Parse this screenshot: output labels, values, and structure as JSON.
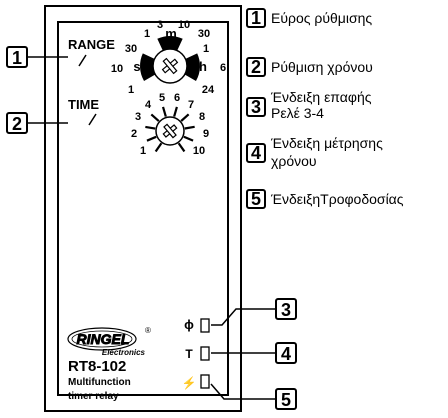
{
  "device": {
    "brand": "RINGEL",
    "brand_sub": "Electronics",
    "model": "RT8-102",
    "desc_line1": "Multifunction",
    "desc_line2": "timer relay"
  },
  "range_knob": {
    "label": "RANGE",
    "scale": [
      "1",
      "3",
      "10",
      "30",
      "1",
      "6",
      "24",
      "1",
      "10",
      "30"
    ],
    "unit_s": "s",
    "unit_m": "m",
    "unit_h": "h"
  },
  "time_knob": {
    "label": "TIME",
    "scale": [
      "1",
      "2",
      "3",
      "4",
      "5",
      "6",
      "7",
      "8",
      "9",
      "10"
    ]
  },
  "indicators": {
    "relay_symbol": "ϕ",
    "timing_symbol": "T",
    "power_symbol": "⚡"
  },
  "callouts": [
    "1",
    "2",
    "3",
    "4",
    "5"
  ],
  "legend": [
    {
      "num": "1",
      "lines": [
        "Εύρος ρύθμισης"
      ]
    },
    {
      "num": "2",
      "lines": [
        "Ρύθμιση χρόνου"
      ]
    },
    {
      "num": "3",
      "lines": [
        "Ένδειξη επαφής",
        "Ρελέ 3-4"
      ]
    },
    {
      "num": "4",
      "lines": [
        "Ένδειξη μέτρησης",
        "χρόνου"
      ]
    },
    {
      "num": "5",
      "lines": [
        "ΈνδειξηΤροφοδοσίας"
      ]
    }
  ]
}
